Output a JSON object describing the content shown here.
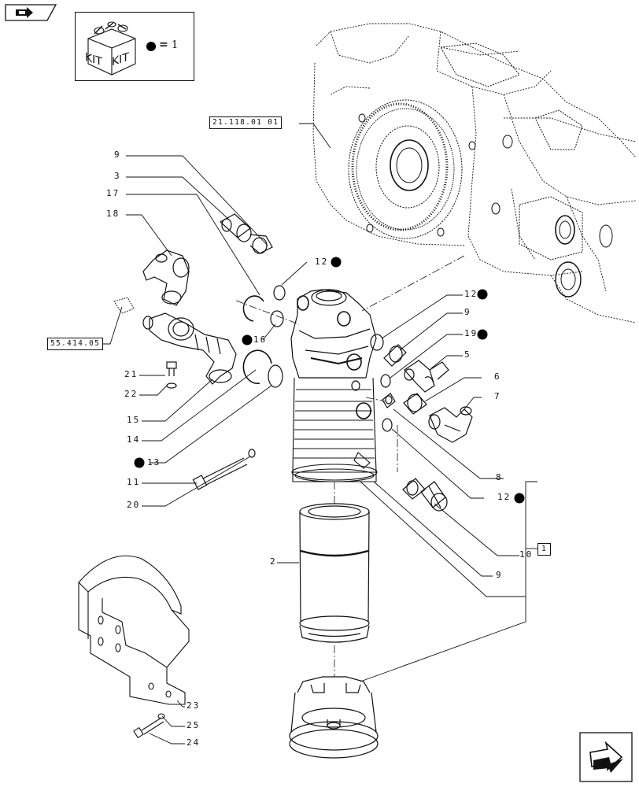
{
  "kit_legend": {
    "label": "KIT",
    "equals": "=",
    "count": "1"
  },
  "reference_boxes": [
    {
      "id": "ref-gearbox",
      "text": "21.118.01 01"
    },
    {
      "id": "ref-pump",
      "text": "55.414.05"
    },
    {
      "id": "ref-kit",
      "text": "1"
    }
  ],
  "callouts": {
    "c9a": "9",
    "c3": "3",
    "c17": "17",
    "c18": "18",
    "c12a": "12",
    "c16": "16",
    "c21": "21",
    "c22": "22",
    "c15": "15",
    "c14": "14",
    "c13": "13",
    "c11": "11",
    "c20": "20",
    "c12b": "12",
    "c9b": "9",
    "c19": "19",
    "c5": "5",
    "c6": "6",
    "c7": "7",
    "c8": "8",
    "c12c": "12",
    "c10": "10",
    "c9c": "9",
    "c2": "2",
    "c23": "23",
    "c25": "25",
    "c24": "24"
  },
  "colors": {
    "line": "#111111",
    "marker": "#000000",
    "background": "#ffffff"
  },
  "icons": {
    "nav_prev": "arrow-page-icon",
    "nav_next": "next-page-arrow-icon",
    "kit": "kit-box-icon"
  }
}
